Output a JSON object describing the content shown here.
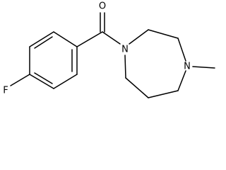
{
  "molecule": {
    "atoms": {
      "oxygen": "O",
      "fluorine": "F",
      "nitrogen_amide": "N",
      "nitrogen_methyl": "N"
    }
  }
}
